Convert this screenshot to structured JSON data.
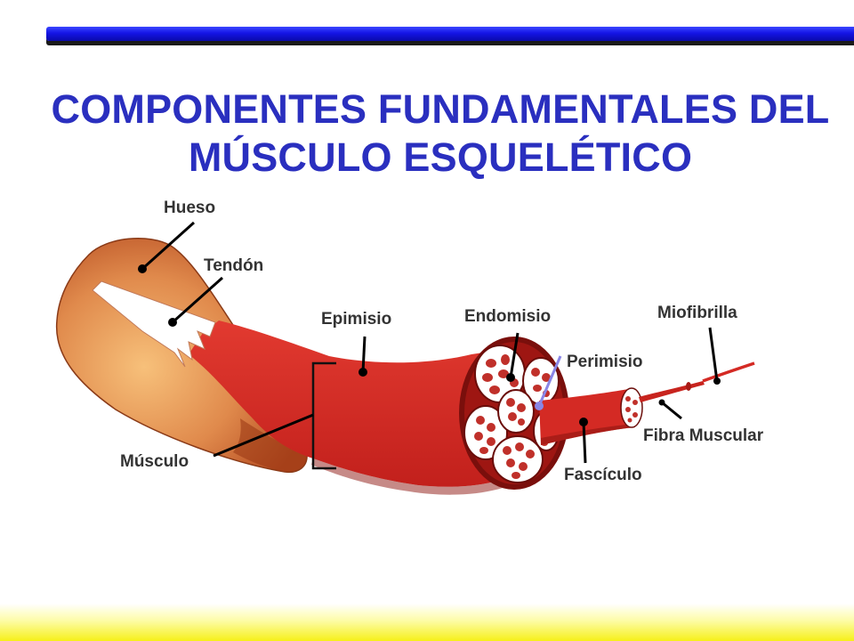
{
  "title": {
    "line1": "COMPONENTES FUNDAMENTALES DEL",
    "line2": "MÚSCULO ESQUELÉTICO"
  },
  "labels": {
    "hueso": "Hueso",
    "tendon": "Tendón",
    "epimisio": "Epimisio",
    "endomisio": "Endomisio",
    "miofibrilla": "Miofibrilla",
    "perimisio": "Perimisio",
    "fibra_muscular": "Fibra Muscular",
    "fasciculo": "Fascículo",
    "musculo": "Músculo"
  },
  "colors": {
    "title": "#2a2fbf",
    "top_bar": "#1414e6",
    "bone": "#d2683a",
    "muscle": "#d42a24",
    "bottom_band": "#f6f019"
  }
}
